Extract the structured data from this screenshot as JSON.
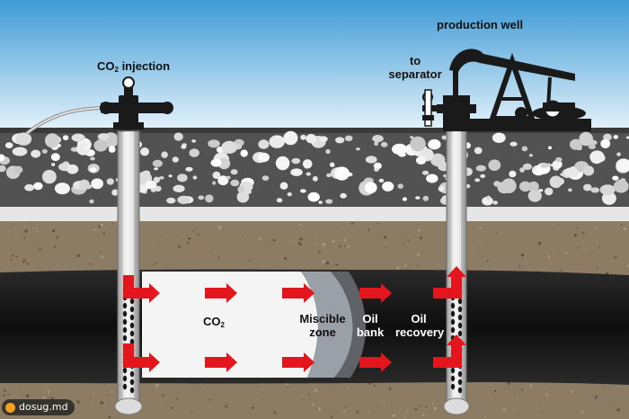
{
  "labels": {
    "co2_injection_prefix": "CO",
    "co2_injection_sub": "2",
    "co2_injection_suffix": " injection",
    "production_well": "production well",
    "to_separator_line1": "to",
    "to_separator_line2": "separator",
    "co2_zone_prefix": "CO",
    "co2_zone_sub": "2",
    "miscible_line1": "Miscible",
    "miscible_line2": "zone",
    "oil_bank_line1": "Oil",
    "oil_bank_line2": "bank",
    "oil_recovery_line1": "Oil",
    "oil_recovery_line2": "recovery"
  },
  "watermark": {
    "text": "dosug.md"
  },
  "colors": {
    "sky_top": "#3e9ad6",
    "sky_bottom": "#e8f4fb",
    "gravel": "#525252",
    "cap_layer": "#e6e6e6",
    "sand": "#8d7c64",
    "oil_formation": "#161616",
    "co2_zone": "#f4f4f4",
    "miscible_zone": "#9aa0a8",
    "arrow": "#e3161e",
    "pipe": "#d9d9d9"
  },
  "icons": {
    "injection_wellhead": "valve-wellhead-icon",
    "pump_jack": "pump-jack-icon",
    "flow_arrow": "red-arrow-icon"
  }
}
